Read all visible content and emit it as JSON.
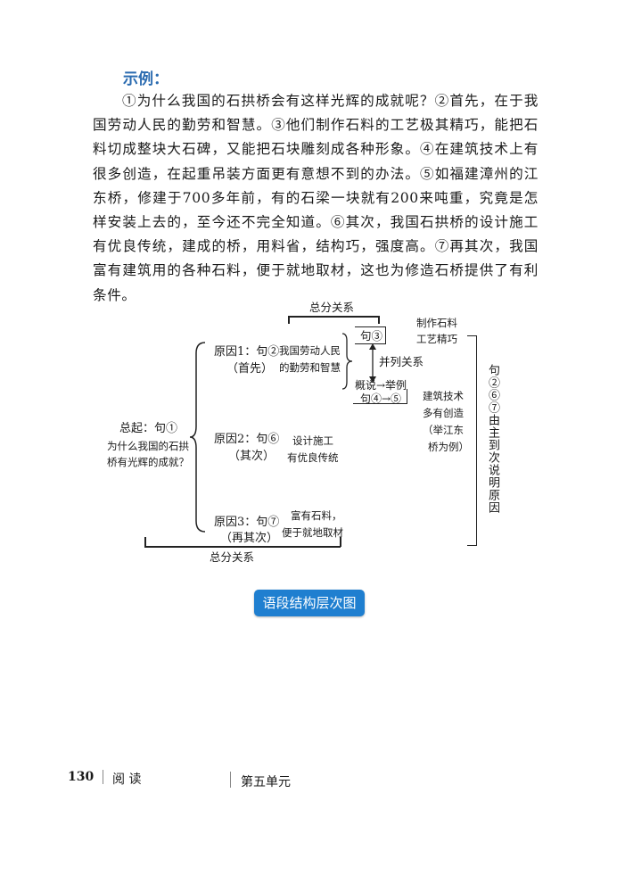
{
  "example_label": "示例：",
  "paragraph": "①为什么我国的石拱桥会有这样光辉的成就呢？②首先，在于我国劳动人民的勤劳和智慧。③他们制作石料的工艺极其精巧，能把石料切成整块大石碑，又能把石块雕刻成各种形象。④在建筑技术上有很多创造，在起重吊装方面更有意想不到的办法。⑤如福建漳州的江东桥，修建于700多年前，有的石梁一块就有200来吨重，究竟是怎样安装上去的，至今还不完全知道。⑥其次，我国石拱桥的设计施工有优良传统，建成的桥，用料省，结构巧，强度高。⑦再其次，我国富有建筑用的各种石料，便于就地取材，这也为修造石桥提供了有利条件。",
  "diagram": {
    "top_relation": "总分关系",
    "bottom_relation": "总分关系",
    "general": {
      "line1": "总起：句①",
      "line2": "为什么我国的石拱",
      "line3": "桥有光辉的成就？"
    },
    "reason1": {
      "line1": "原因1：句②",
      "line2": "（首先）",
      "desc1": "我国劳动人民",
      "desc2": "的勤劳和智慧"
    },
    "reason2": {
      "line1": "原因2：句⑥",
      "line2": "（其次）",
      "desc1": "设计施工",
      "desc2": "有优良传统"
    },
    "reason3": {
      "line1": "原因3：句⑦",
      "line2": "（再其次）",
      "desc1": "富有石料，",
      "desc2": "便于就地取材"
    },
    "sent3": "句③",
    "parallel": "并列关系",
    "overview": "概说→举例",
    "sent45": "句④→⑤",
    "craft1": "制作石料",
    "craft2": "工艺精巧",
    "tech1": "建筑技术",
    "tech2": "多有创造",
    "tech3": "（举江东",
    "tech4": "桥为例）",
    "side_note": "句②⑥⑦由主到次说明原因"
  },
  "caption": "语段结构层次图",
  "footer": {
    "page": "130",
    "book": "阅 读",
    "unit": "第五单元"
  }
}
